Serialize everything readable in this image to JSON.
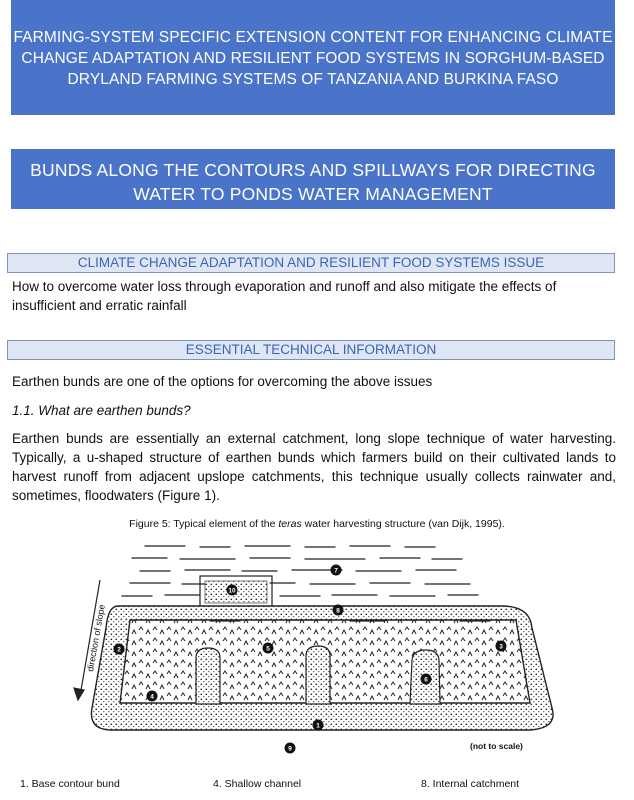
{
  "banner_top": {
    "lines": [
      "FARMING-SYSTEM SPECIFIC EXTENSION CONTENT FOR ENHANCING CLIMATE",
      "CHANGE ADAPTATION AND RESILIENT FOOD SYSTEMS IN SORGHUM-BASED",
      "DRYLAND FARMING SYSTEMS OF TANZANIA AND BURKINA FASO"
    ]
  },
  "banner_topic": {
    "lines": [
      "BUNDS ALONG THE CONTOURS AND SPILLWAYS FOR DIRECTING",
      "WATER TO PONDS WATER MANAGEMENT"
    ]
  },
  "section_issue": {
    "heading": "CLIMATE CHANGE ADAPTATION AND RESILIENT FOOD SYSTEMS ISSUE",
    "text": "How to overcome water loss through evaporation and runoff and also mitigate the effects of insufficient and erratic rainfall"
  },
  "section_technical": {
    "heading": "ESSENTIAL TECHNICAL INFORMATION",
    "intro": "Earthen bunds are one of the options for overcoming the above issues",
    "subheading": "1.1. What are earthen bunds?",
    "body": "Earthen bunds are essentially an external catchment, long slope technique of water harvesting. Typically, a u-shaped structure of earthen bunds which farmers build on their cultivated lands to harvest runoff from adjacent upslope catchments, this technique usually collects rainwater and, sometimes, floodwaters (Figure 1)."
  },
  "figure": {
    "caption_before": "Figure 5: Typical element of the ",
    "caption_italic": "teras",
    "caption_after": " water harvesting structure (van Dijk, 1995).",
    "slope_label": "direction of slope",
    "scale_note": "(not to scale)",
    "markers": [
      "1",
      "2",
      "3",
      "4",
      "5",
      "6",
      "7",
      "8",
      "9",
      "10"
    ]
  },
  "legend": [
    "1. Base contour bund",
    "4. Shallow channel",
    "8. Internal catchment"
  ]
}
